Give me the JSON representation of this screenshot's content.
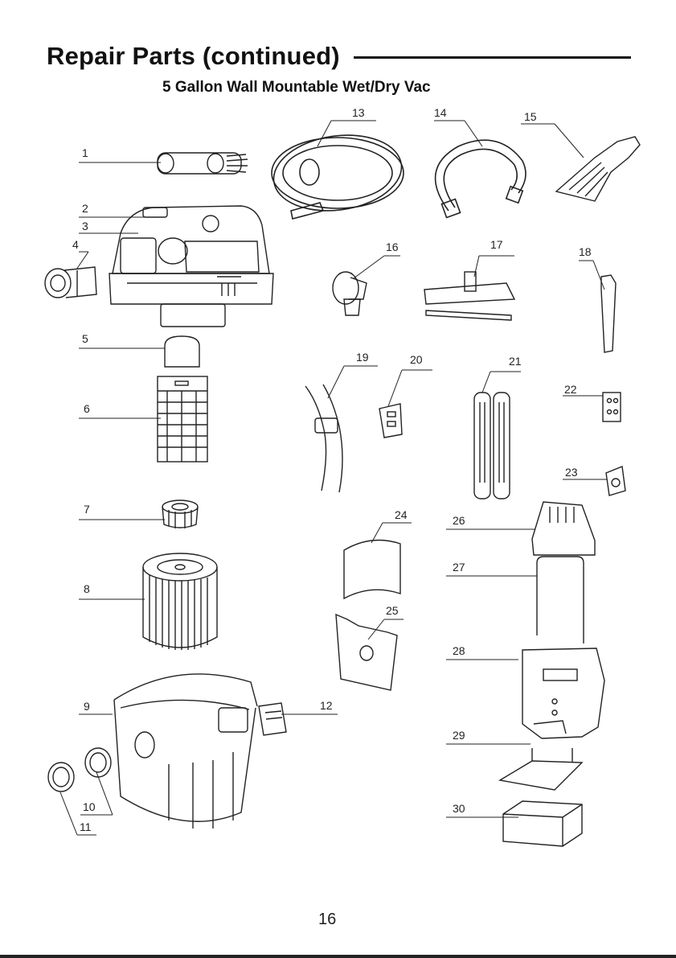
{
  "page": {
    "title": "Repair Parts (continued)",
    "subtitle": "5 Gallon Wall Mountable Wet/Dry Vac",
    "page_number": "16"
  },
  "callouts": [
    "1",
    "2",
    "3",
    "4",
    "5",
    "6",
    "7",
    "8",
    "9",
    "10",
    "11",
    "12",
    "13",
    "14",
    "15",
    "16",
    "17",
    "18",
    "19",
    "20",
    "21",
    "22",
    "23",
    "24",
    "25",
    "26",
    "27",
    "28",
    "29",
    "30"
  ]
}
